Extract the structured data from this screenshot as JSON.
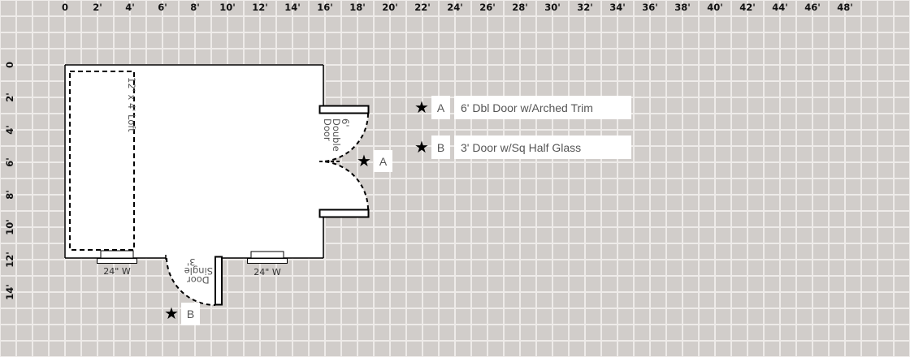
{
  "axis": {
    "x_labels": [
      "0",
      "2'",
      "4'",
      "6'",
      "8'",
      "10'",
      "12'",
      "14'",
      "16'",
      "18'",
      "20'",
      "22'",
      "24'",
      "26'",
      "28'",
      "30'",
      "32'",
      "34'",
      "36'",
      "38'",
      "40'",
      "42'",
      "44'",
      "46'",
      "48'"
    ],
    "y_labels": [
      "0",
      "2'",
      "4'",
      "6'",
      "8'",
      "10'",
      "12'",
      "14'"
    ]
  },
  "plan": {
    "loft_label": "12' x 4' Loft",
    "double_door_label_lines": [
      "6'",
      "Double",
      "Door"
    ],
    "single_door_label_lines": [
      "3'",
      "Single",
      "Door"
    ],
    "windows": [
      {
        "label": "24\" W"
      },
      {
        "label": "24\" W"
      }
    ],
    "markers": [
      {
        "letter": "A"
      },
      {
        "letter": "B"
      }
    ]
  },
  "legend": {
    "items": [
      {
        "icon": "star-icon",
        "letter": "A",
        "label": "6' Dbl Door w/Arched Trim"
      },
      {
        "icon": "star-icon",
        "letter": "B",
        "label": "3' Door w/Sq Half Glass"
      }
    ]
  },
  "colors": {
    "grid_bg": "#d1cdca",
    "grid_line": "#eeebe9",
    "building_fill": "#ffffff",
    "outline": "#000000"
  }
}
